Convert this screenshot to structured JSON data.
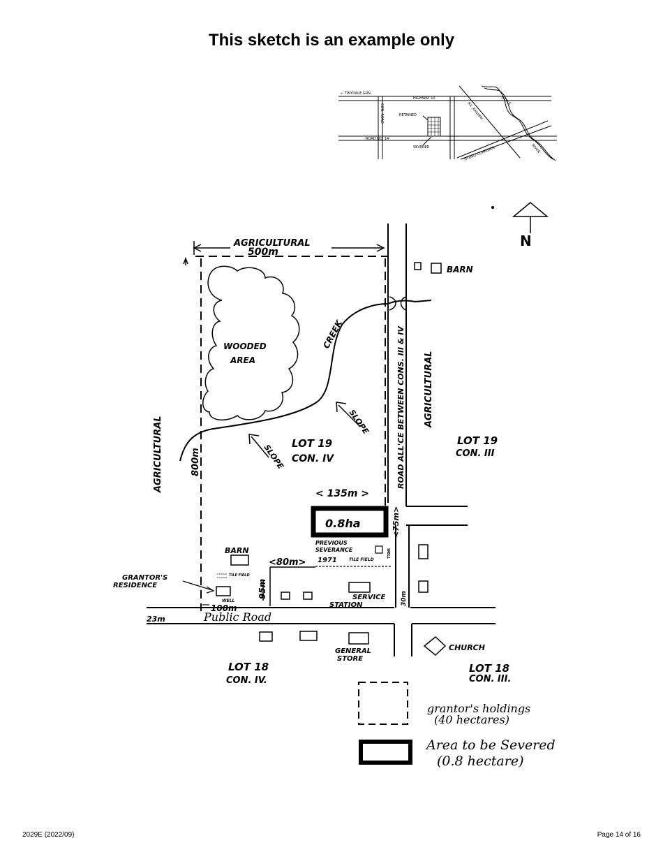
{
  "page": {
    "title": "This sketch is an example only",
    "footer_left": "2029E (2022/09)",
    "footer_right": "Page 14 of 16"
  },
  "key_map": {
    "road_top": "← TINYDALE GRN.",
    "highway": "HIGHWAY 10",
    "retained": "RETAINED",
    "severed": "SEVERED",
    "road_bottom": "ROAD NO. 14",
    "cons_road": "CON. ROAD",
    "railway": "RX. RAILWAY",
    "river": "LITTLE",
    "river2": "RIVER",
    "hydro": "HYDRO CORRIDOR"
  },
  "sketch": {
    "north": "N",
    "agri_top": "AGRICULTURAL",
    "width_500": "500m",
    "wooded_1": "WOODED",
    "wooded_2": "AREA",
    "creek": "CREEK",
    "slope": "SLOPE",
    "slope_2": "SLOPE",
    "lot19_conIV_1": "LOT 19",
    "lot19_conIV_2": "CON. IV",
    "agri_left": "AGRICULTURAL",
    "depth_800": "800m",
    "road_allowance": "ROAD ALL'CE BETWEEN CONS. III & IV",
    "agri_right": "AGRICULTURAL",
    "barn_top": "BARN",
    "lot19_conIII_1": "LOT 19",
    "lot19_conIII_2": "CON. III",
    "width_135": "< 135m >",
    "area_08": "0.8ha",
    "depth_75": "<75m>",
    "prev_sev_1": "PREVIOUS",
    "prev_sev_2": "SEVERANCE",
    "prev_sev_year": "1971",
    "tile_field": "TILE FIELD",
    "well": "WELL",
    "barn_mid": "BARN",
    "width_80": "<80m>",
    "grantor_1": "GRANTOR'S",
    "grantor_2": "RESIDENCE",
    "tile_field_2": "TILE FIELD",
    "well_2": "WELL",
    "width_100": "100m",
    "depth_95": "95m",
    "service_1": "SERVICE",
    "service_2": "STATION",
    "depth_30": "30m",
    "road_23": "23m",
    "public_road": "Public Road",
    "general_1": "GENERAL",
    "general_2": "STORE",
    "church": "CHURCH",
    "lot18_conIV_1": "LOT 18",
    "lot18_conIV_2": "CON. IV.",
    "lot18_conIII_1": "LOT 18",
    "lot18_conIII_2": "CON. III."
  },
  "legend": {
    "holdings_1": "grantor's holdings",
    "holdings_2": "(40 hectares)",
    "severed_1": "Area to be Severed",
    "severed_2": "(0.8 hectare)"
  }
}
